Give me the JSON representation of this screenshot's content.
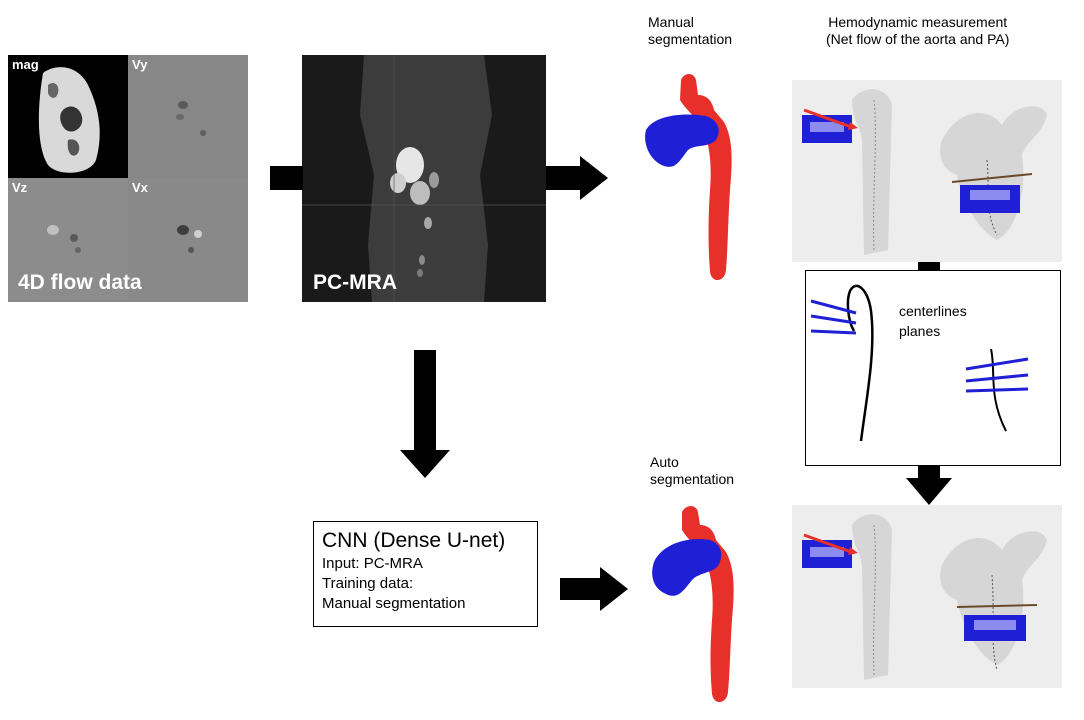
{
  "panels": {
    "flow4d": {
      "quadrant_labels": [
        "mag",
        "Vy",
        "Vz",
        "Vx"
      ],
      "caption": "4D flow data"
    },
    "pcmra": {
      "caption": "PC-MRA"
    }
  },
  "labels": {
    "manual_seg": "Manual segmentation",
    "manual_seg_lines": [
      "Manual",
      "segmentation"
    ],
    "auto_seg_lines": [
      "Auto",
      "segmentation"
    ],
    "hemo_lines": [
      "Hemodynamic measurement",
      "(Net flow of the aorta and PA)"
    ],
    "centerlines": "centerlines",
    "planes": "planes"
  },
  "cnn": {
    "title": "CNN (Dense U-net)",
    "lines": [
      "Input: PC-MRA",
      "Training data:",
      "Manual segmentation"
    ]
  },
  "colors": {
    "aorta": "#e8302a",
    "pa": "#1f1fd6",
    "arrow": "#000000"
  }
}
